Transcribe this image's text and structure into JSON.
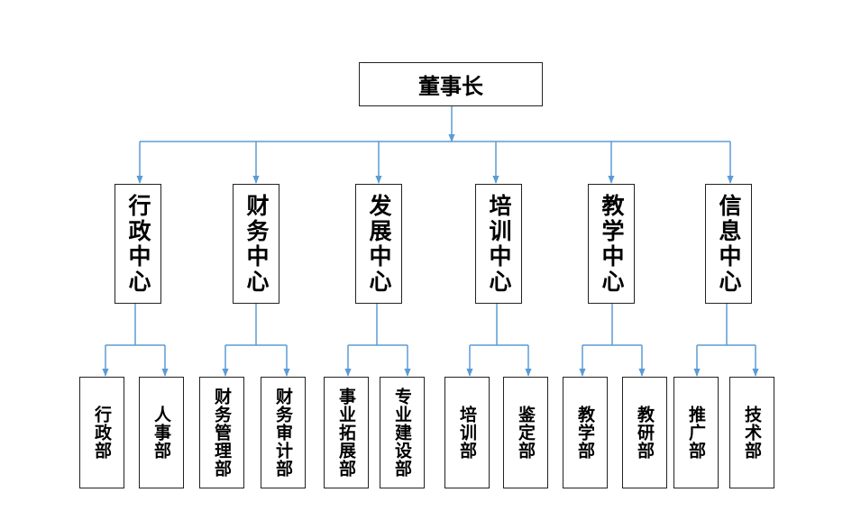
{
  "root": {
    "label": "董事长"
  },
  "centers": [
    {
      "label": "行政中心",
      "departments": [
        "行政部",
        "人事部"
      ]
    },
    {
      "label": "财务中心",
      "departments": [
        "财务管理部",
        "财务审计部"
      ]
    },
    {
      "label": "发展中心",
      "departments": [
        "事业拓展部",
        "专业建设部"
      ]
    },
    {
      "label": "培训中心",
      "departments": [
        "培训部",
        "鉴定部"
      ]
    },
    {
      "label": "教学中心",
      "departments": [
        "教学部",
        "教研部"
      ]
    },
    {
      "label": "信息中心",
      "departments": [
        "推广部",
        "技术部"
      ]
    }
  ],
  "colors": {
    "connector": "#5b9bd5",
    "border": "#222222",
    "text": "#000000"
  }
}
